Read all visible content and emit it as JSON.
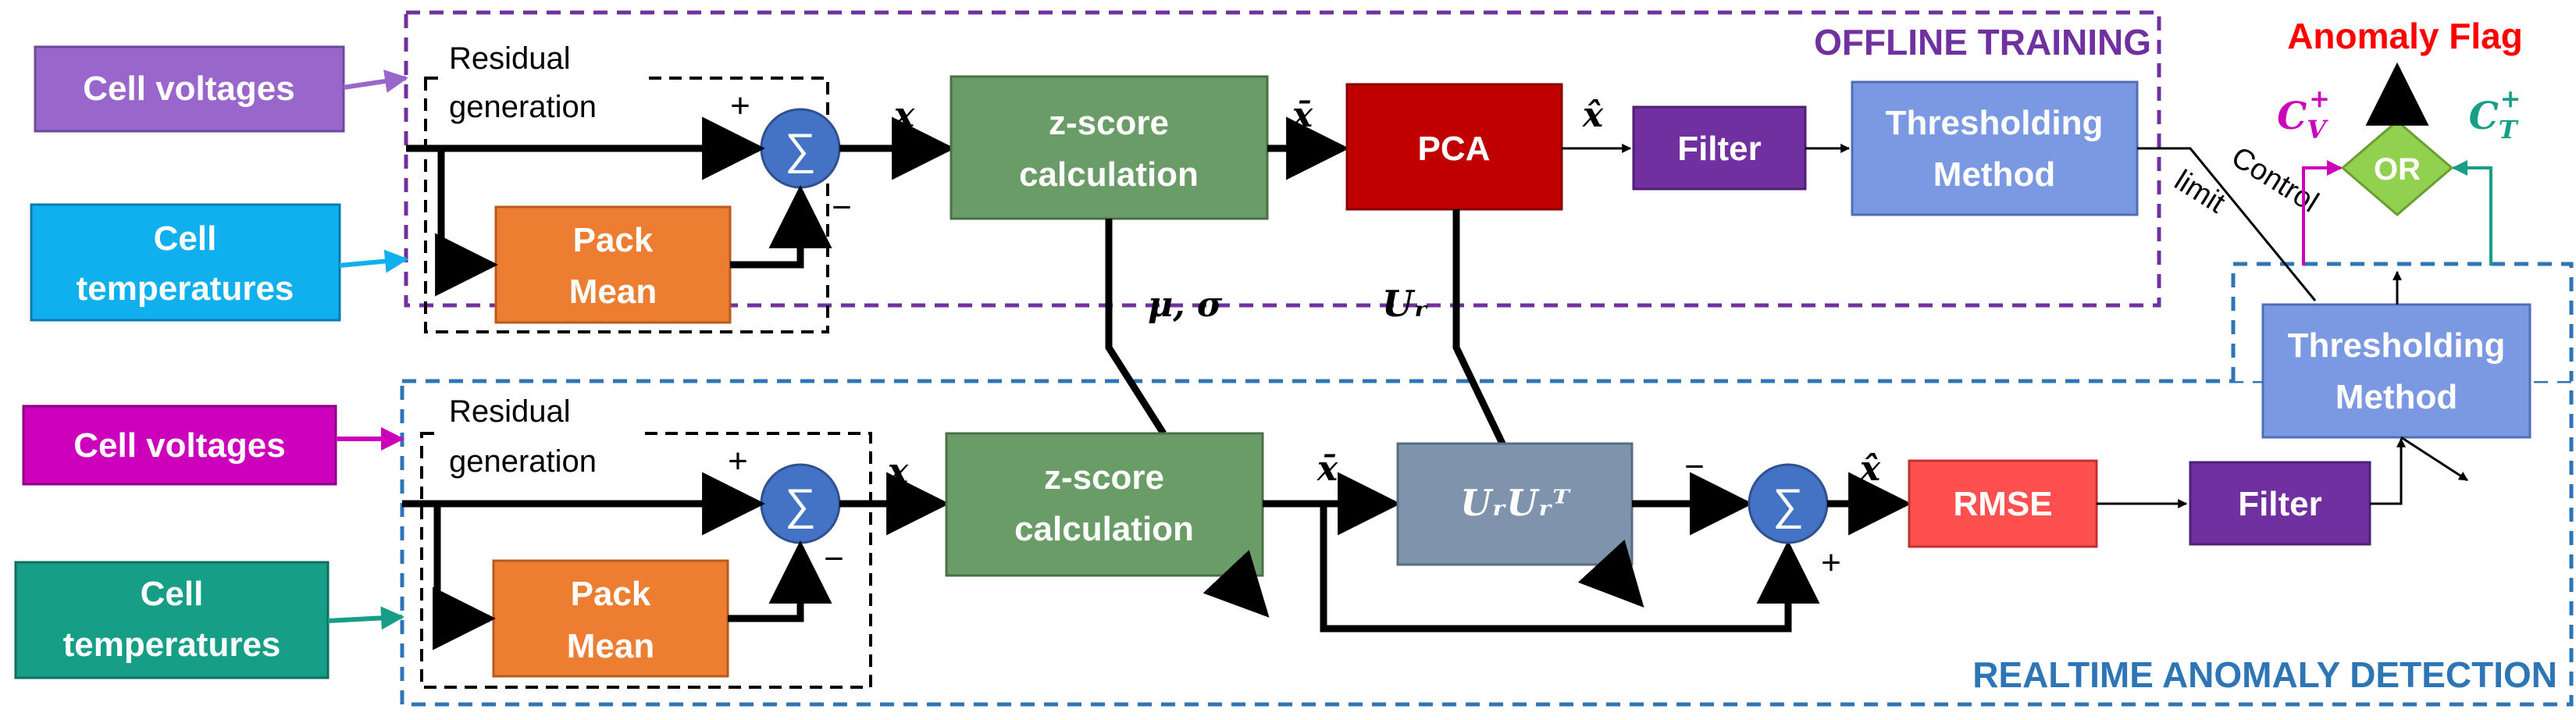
{
  "regions": {
    "offline_title": "OFFLINE TRAINING",
    "realtime_title": "REALTIME ANOMALY DETECTION",
    "anomaly_flag": "Anomaly Flag"
  },
  "inputs": {
    "cell_voltages": "Cell voltages",
    "cell_temperatures_l1": "Cell",
    "cell_temperatures_l2": "temperatures"
  },
  "residual": {
    "label_l1": "Residual",
    "label_l2": "generation",
    "pack_mean_l1": "Pack",
    "pack_mean_l2": "Mean",
    "sum_symbol": "∑",
    "plus": "+",
    "minus": "−"
  },
  "blocks": {
    "zscore_l1": "z-score",
    "zscore_l2": "calculation",
    "pca": "PCA",
    "filter": "Filter",
    "thresholding_l1": "Thresholding",
    "thresholding_l2": "Method",
    "rmse": "RMSE",
    "or_gate": "OR",
    "projection": "UᵣUᵣᵀ"
  },
  "signals": {
    "x": "x",
    "x_bar": "x̄",
    "x_hat": "x̂",
    "mu_sigma": "μ, σ",
    "u_r": "Uᵣ",
    "control_limit_l1": "Control",
    "control_limit_l2": "limit",
    "cv_plus": "C",
    "cv_plus_sub": "V",
    "ct_plus": "C",
    "ct_plus_sub": "T",
    "sup_plus": "+"
  },
  "colors": {
    "purple_input": "#9966cc",
    "cyan_input": "#10b0ee",
    "magenta_input": "#cc00bb",
    "teal_input": "#179e86",
    "pack_mean": "#ed7d31",
    "sum_node": "#4472c4",
    "zscore": "#6a9c68",
    "pca": "#c00000",
    "filter": "#7030a0",
    "thresholding": "#7b98e3",
    "projection": "#7f93ad",
    "rmse": "#ff5050",
    "or_gate": "#92d050",
    "offline_border": "#7030a0",
    "realtime_border": "#2e75b6",
    "anomaly_flag": "#ff0000"
  }
}
